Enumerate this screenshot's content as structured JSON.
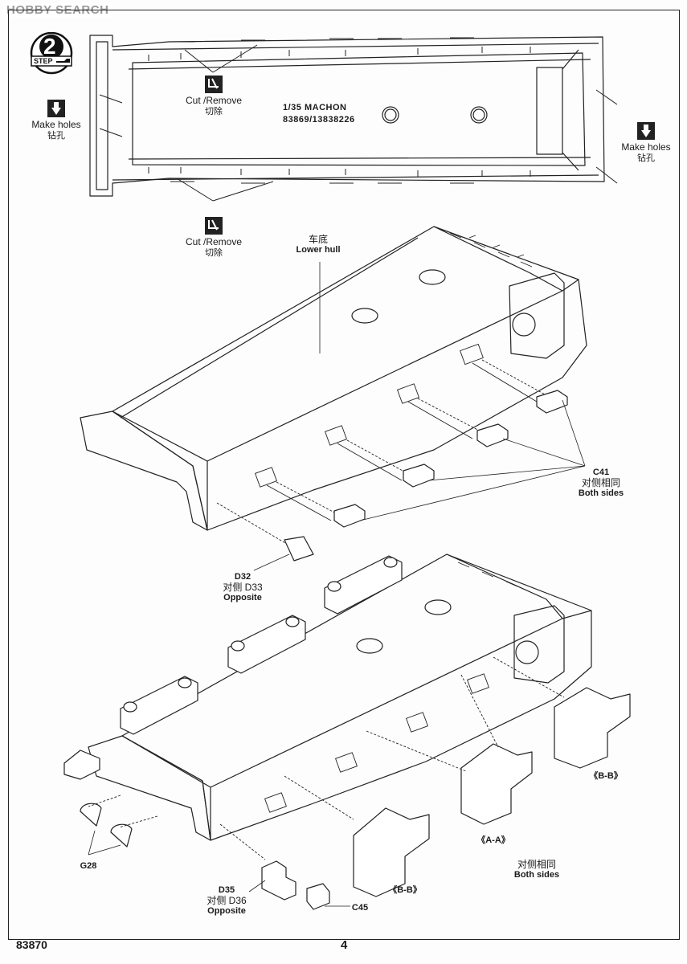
{
  "watermark": "HOBBY SEARCH",
  "step": {
    "number": "2",
    "word": "STEP"
  },
  "icons": {
    "make_holes": "drill-icon",
    "cut_remove": "cut-icon"
  },
  "labels": {
    "make_holes_left": {
      "en": "Make holes",
      "cn": "钻孔"
    },
    "make_holes_right": {
      "en": "Make holes",
      "cn": "钻孔"
    },
    "cut_remove_top": {
      "en": "Cut /Remove",
      "cn": "切除"
    },
    "cut_remove_bottom": {
      "en": "Cut /Remove",
      "cn": "切除"
    }
  },
  "mold_text": {
    "line1": "1/35  MACHON",
    "line2": "83869/13838226"
  },
  "parts": {
    "lower_hull": {
      "cn": "车底",
      "en": "Lower hull"
    },
    "c41": {
      "id": "C41",
      "cn": "对侧相同",
      "en": "Both sides"
    },
    "d32": {
      "id": "D32",
      "cn": "对侧 D33",
      "en": "Opposite"
    },
    "bb_upper": "《B-B》",
    "aa": "《A-A》",
    "both_sides_lower": {
      "cn": "对侧相同",
      "en": "Both sides"
    },
    "bb_lower": "《B-B》",
    "g28": "G28",
    "d35": {
      "id": "D35",
      "cn": "对侧 D36",
      "en": "Opposite"
    },
    "c45": "C45"
  },
  "footer": {
    "kit_number": "83870",
    "page_number": "4"
  }
}
